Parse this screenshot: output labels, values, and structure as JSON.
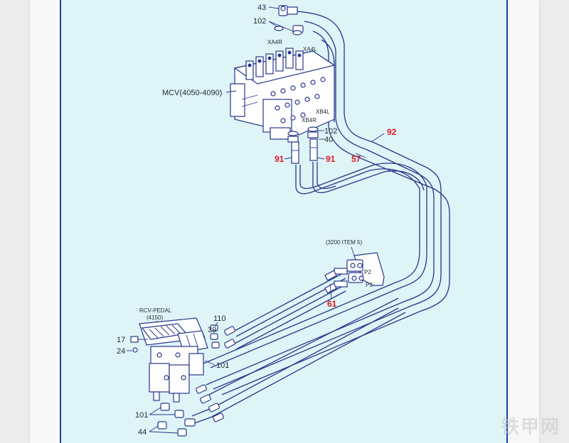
{
  "labels": {
    "p43": "43",
    "p102_top": "102",
    "xa4r": "XA4R",
    "xa4l": "XA4L",
    "mcv": "MCV(4050-4090)",
    "xb4l": "XB4L",
    "xb4r": "XB4R",
    "p102_mid": "102",
    "p40": "40",
    "p92": "92",
    "p91_left": "91",
    "p91_right": "91",
    "p57": "57",
    "item3200": "(3200 ITEM 5)",
    "p2": "P2",
    "p3": "P3",
    "p61": "61",
    "rcv_pedal": "RCV-PEDAL",
    "rcv_num": "(4150)",
    "p110": "110",
    "p39": "39",
    "p17": "17",
    "p24": "24",
    "p101_right": "101",
    "p101_left": "101",
    "p44": "44"
  },
  "colors": {
    "panel_bg": "#dff4f7",
    "line": "#26368c",
    "callout_red": "#e0191e",
    "frame": "#1a3fa8"
  },
  "watermark": "铁甲网"
}
